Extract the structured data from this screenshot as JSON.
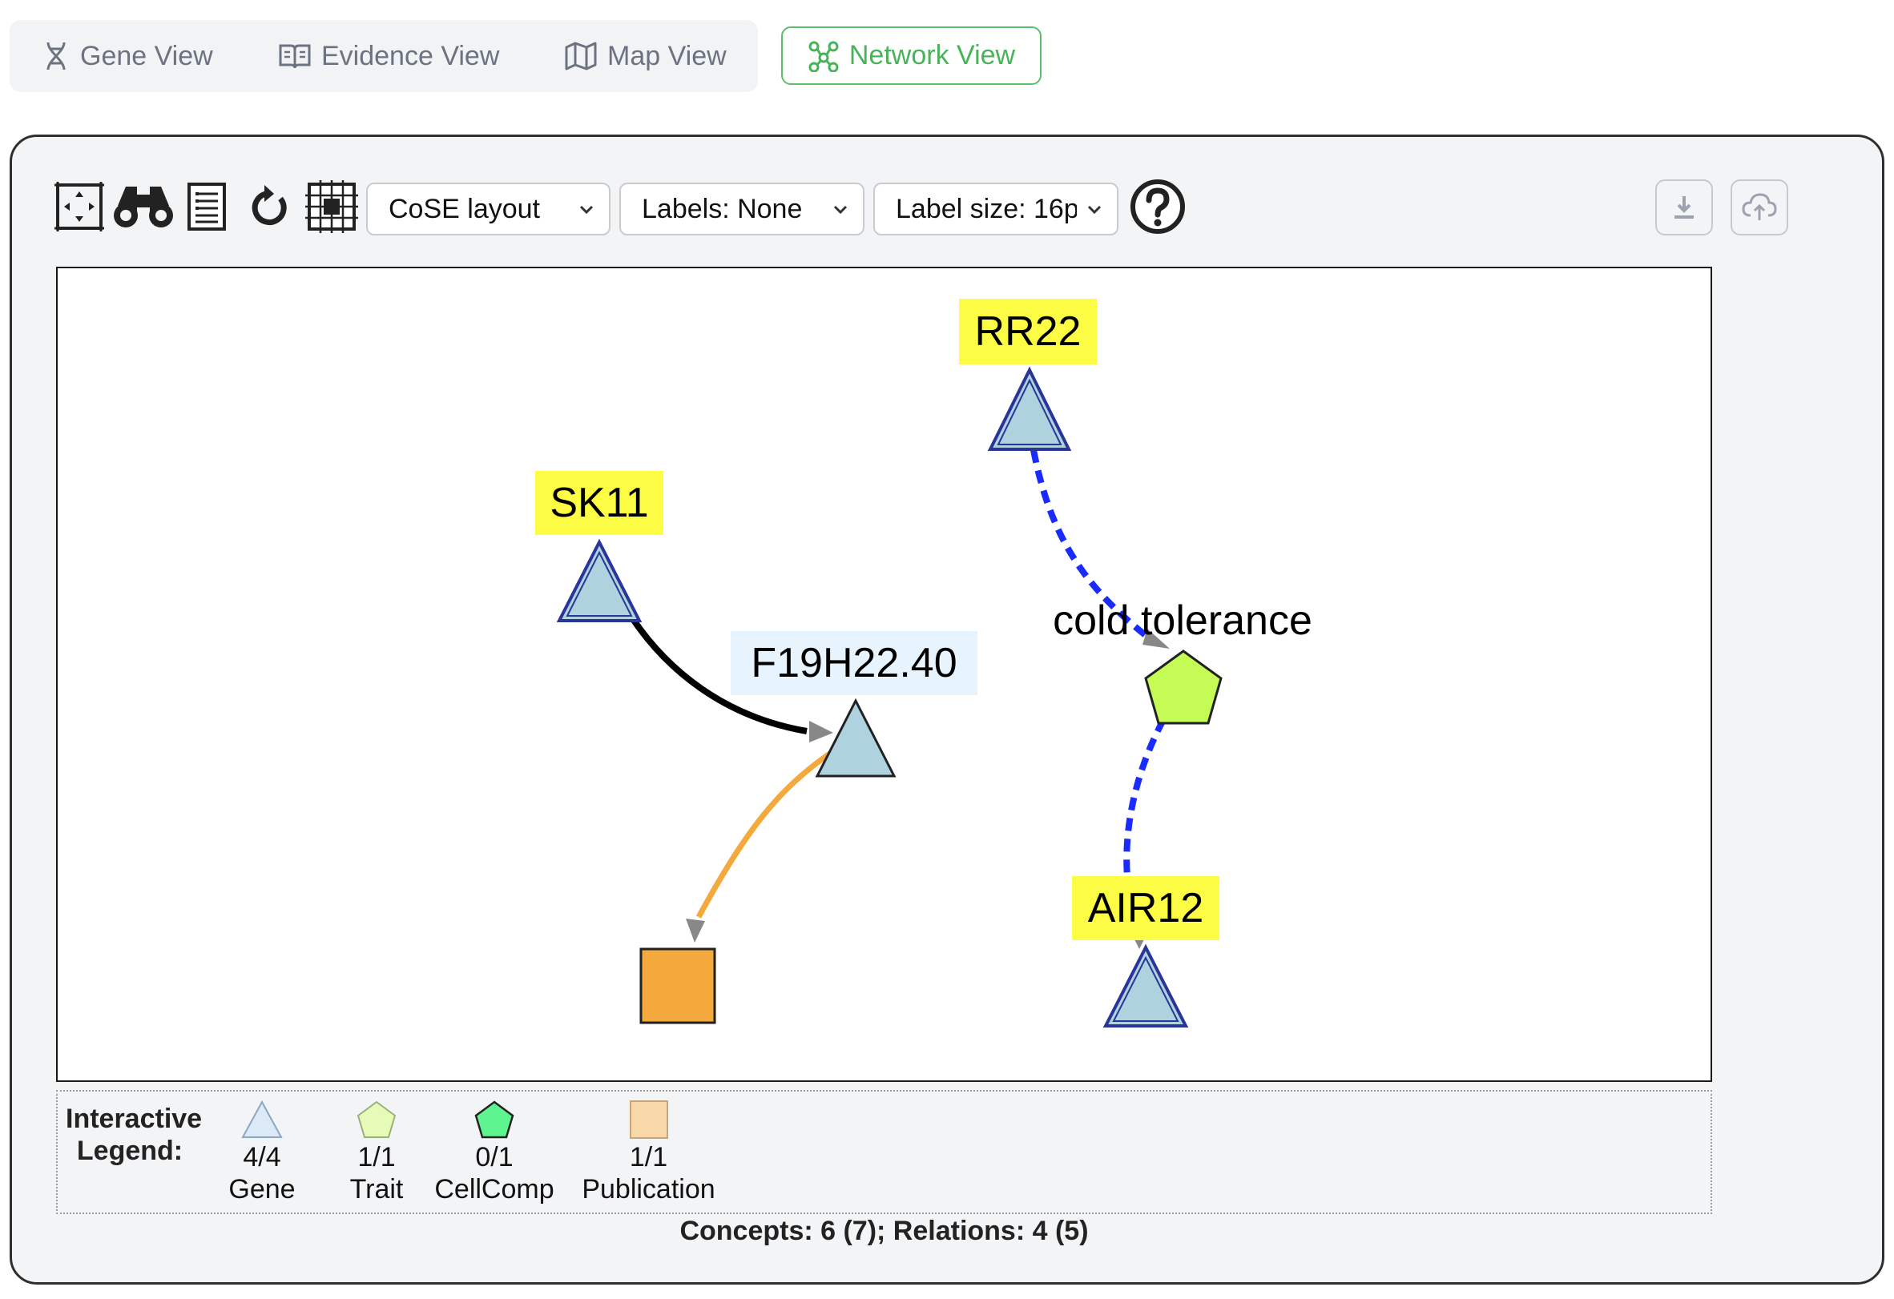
{
  "tabs": {
    "gene": "Gene View",
    "evidence": "Evidence View",
    "map": "Map View",
    "network": "Network View"
  },
  "toolbar": {
    "layout_select": "CoSE layout",
    "labels_select": "Labels: None",
    "label_size_select": "Label size: 16p"
  },
  "network": {
    "nodes": {
      "rr22": "RR22",
      "sk11": "SK11",
      "f19h22": "F19H22.40",
      "cold_tolerance": "cold tolerance",
      "air12": "AIR12"
    },
    "colors": {
      "gene_fill": "#aed3de",
      "gene_stroke": "#2a3597",
      "trait_fill": "#c4fb54",
      "publication_fill": "#f3a93c",
      "edge_dashed": "#1a2bff",
      "edge_black": "#000000",
      "edge_orange": "#f3a93c",
      "label_highlight": "#fcfc44"
    }
  },
  "legend": {
    "title": "Interactive Legend:",
    "items": [
      {
        "count": "4/4",
        "label": "Gene",
        "icon": "triangle-icon"
      },
      {
        "count": "1/1",
        "label": "Trait",
        "icon": "pentagon-icon"
      },
      {
        "count": "0/1",
        "label": "CellComp",
        "icon": "pentagon-icon"
      },
      {
        "count": "1/1",
        "label": "Publication",
        "icon": "square-icon"
      }
    ]
  },
  "summary": "Concepts: 6 (7); Relations: 4 (5)"
}
